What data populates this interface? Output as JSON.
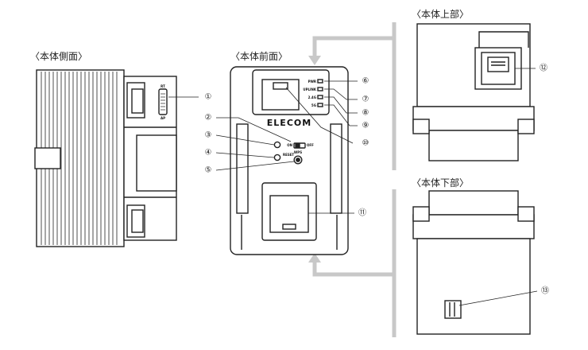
{
  "views": {
    "side": "〈本体側面〉",
    "front": "〈本体前面〉",
    "top": "〈本体上部〉",
    "bottom": "〈本体下部〉"
  },
  "callouts": {
    "c1": "①",
    "c2": "②",
    "c3": "③",
    "c4": "④",
    "c5": "⑤",
    "c6": "⑥",
    "c7": "⑦",
    "c8": "⑧",
    "c9": "⑨",
    "c10": "⑩",
    "c11": "⑪",
    "c12": "⑫",
    "c13": "⑬"
  },
  "device": {
    "logo": "ELECOM",
    "led_pwr": "PWR",
    "led_uplink": "UPLINK",
    "led_24g": "2.4G",
    "led_5g": "5G",
    "switch_on": "ON",
    "switch_off": "OFF",
    "reset": "RESET",
    "wps": "WPS",
    "side_rt": "RT",
    "side_ap": "AP"
  },
  "colors": {
    "outline": "#222222",
    "accent_bracket": "#c8c8c8"
  }
}
